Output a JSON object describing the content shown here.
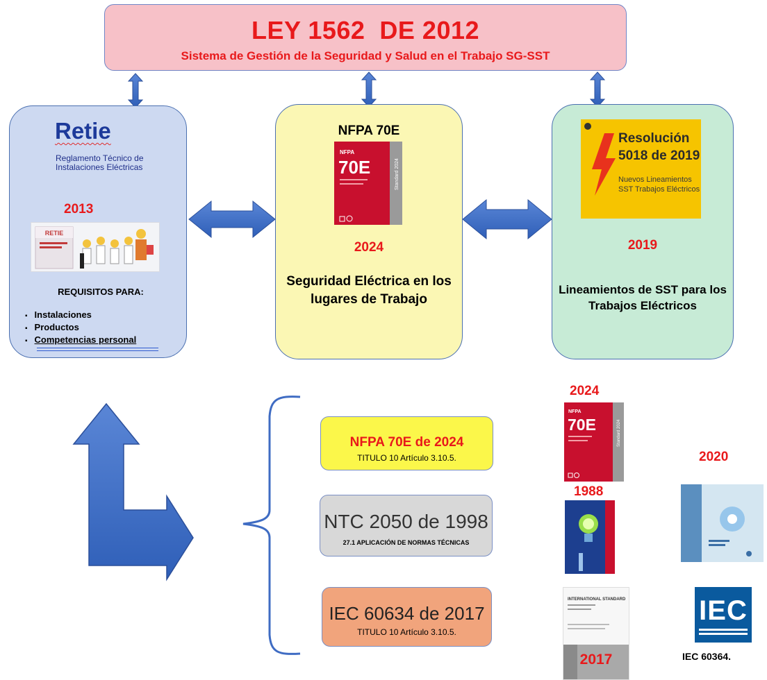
{
  "banner": {
    "title": "LEY 1562  DE 2012",
    "subtitle": "Sistema de Gestión de la Seguridad y Salud en el Trabajo SG-SST"
  },
  "retie": {
    "logo": "Retie",
    "subtitle": "Reglamento Técnico de Instalaciones Eléctricas",
    "year": "2013",
    "image_banner": "RETIE",
    "requirements_title": "REQUISITOS PARA:",
    "requirements": [
      "Instalaciones",
      "Productos",
      "Competencias personal"
    ]
  },
  "nfpa": {
    "title": "NFPA 70E",
    "book_brand": "NFPA",
    "book_title": "70E",
    "book_side": "Standard 2024",
    "year": "2024",
    "caption": "Seguridad Eléctrica en los lugares de Trabajo"
  },
  "resolucion": {
    "title": "Resolución 5018 de 2019",
    "subtitle": "Nuevos Lineamientos SST Trabajos Eléctricos",
    "year": "2019",
    "caption": "Lineamientos de SST para los Trabajos Eléctricos"
  },
  "standards": [
    {
      "title": "NFPA 70E de 2024",
      "sub": "TITULO 10 Artículo 3.10.5."
    },
    {
      "title": "NTC 2050 de 1998",
      "sub": "27.1 APLICACIÓN DE NORMAS TÉCNICAS"
    },
    {
      "title": "IEC 60634 de 2017",
      "sub": "TITULO 10 Artículo 3.10.5."
    }
  ],
  "covers": {
    "year_nfpa": "2024",
    "year_2020": "2020",
    "year_1988": "1988",
    "iec_std_year": "2017",
    "iec_std_label": "INTERNATIONAL STANDARD",
    "iec_logo": "IEC",
    "iec_caption": "IEC 60364."
  },
  "colors": {
    "red": "#e8191b",
    "arrow_blue": "#3f6cc3",
    "banner_pink": "#f7c1c8",
    "card_blue": "#cdd9f1",
    "card_yellow": "#fbf7b4",
    "card_green": "#c7ebd6"
  }
}
